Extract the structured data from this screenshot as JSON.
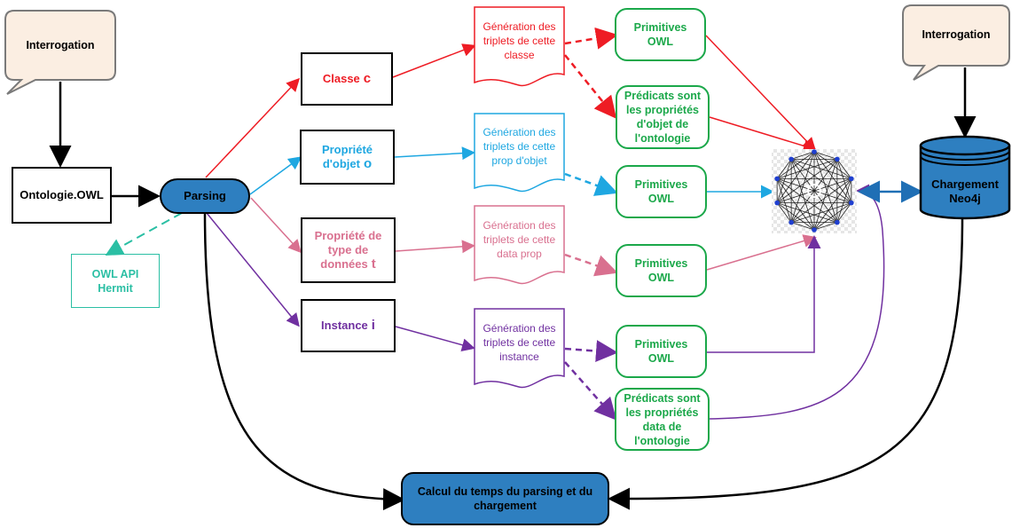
{
  "interrogation_left": "Interrogation",
  "interrogation_right": "Interrogation",
  "ontologie": "Ontologie.OWL",
  "parsing": "Parsing",
  "owlapi": {
    "line1": "OWL API",
    "line2": "Hermit"
  },
  "classe": {
    "label": "Classe",
    "letter": "c"
  },
  "propobj": {
    "line1": "Propriété",
    "line2": "d'objet",
    "letter": "o"
  },
  "propdata": {
    "line1": "Propriété de",
    "line2": "type de",
    "line3": "données",
    "letter": "t"
  },
  "instance": {
    "label": "Instance",
    "letter": "i"
  },
  "doc_classe": [
    "Génération des",
    "triplets de cette",
    "classe"
  ],
  "doc_propobj": [
    "Génération des",
    "triplets de cette",
    "prop d'objet"
  ],
  "doc_propdata": [
    "Génération des",
    "triplets de cette",
    "data prop"
  ],
  "doc_instance": [
    "Génération des",
    "triplets de cette",
    "instance"
  ],
  "prim1": [
    "Primitives",
    "OWL"
  ],
  "pred1": [
    "Prédicats sont",
    "les propriétés",
    "d'objet de",
    "l'ontologie"
  ],
  "prim2": [
    "Primitives",
    "OWL"
  ],
  "prim3": [
    "Primitives",
    "OWL"
  ],
  "prim4": [
    "Primitives",
    "OWL"
  ],
  "pred2": [
    "Prédicats sont",
    "les propriétés",
    "data de",
    "l'ontologie"
  ],
  "chargement": [
    "Chargement",
    "Neo4j"
  ],
  "calcul": [
    "Calcul du temps du parsing et du",
    "chargement"
  ],
  "colors": {
    "red": "#ee1c24",
    "blue": "#1ea7e1",
    "pink": "#d9708f",
    "purple": "#7030a0",
    "green": "#1ba84a",
    "teal": "#2bbfa4",
    "node": "#2e7fc0"
  }
}
